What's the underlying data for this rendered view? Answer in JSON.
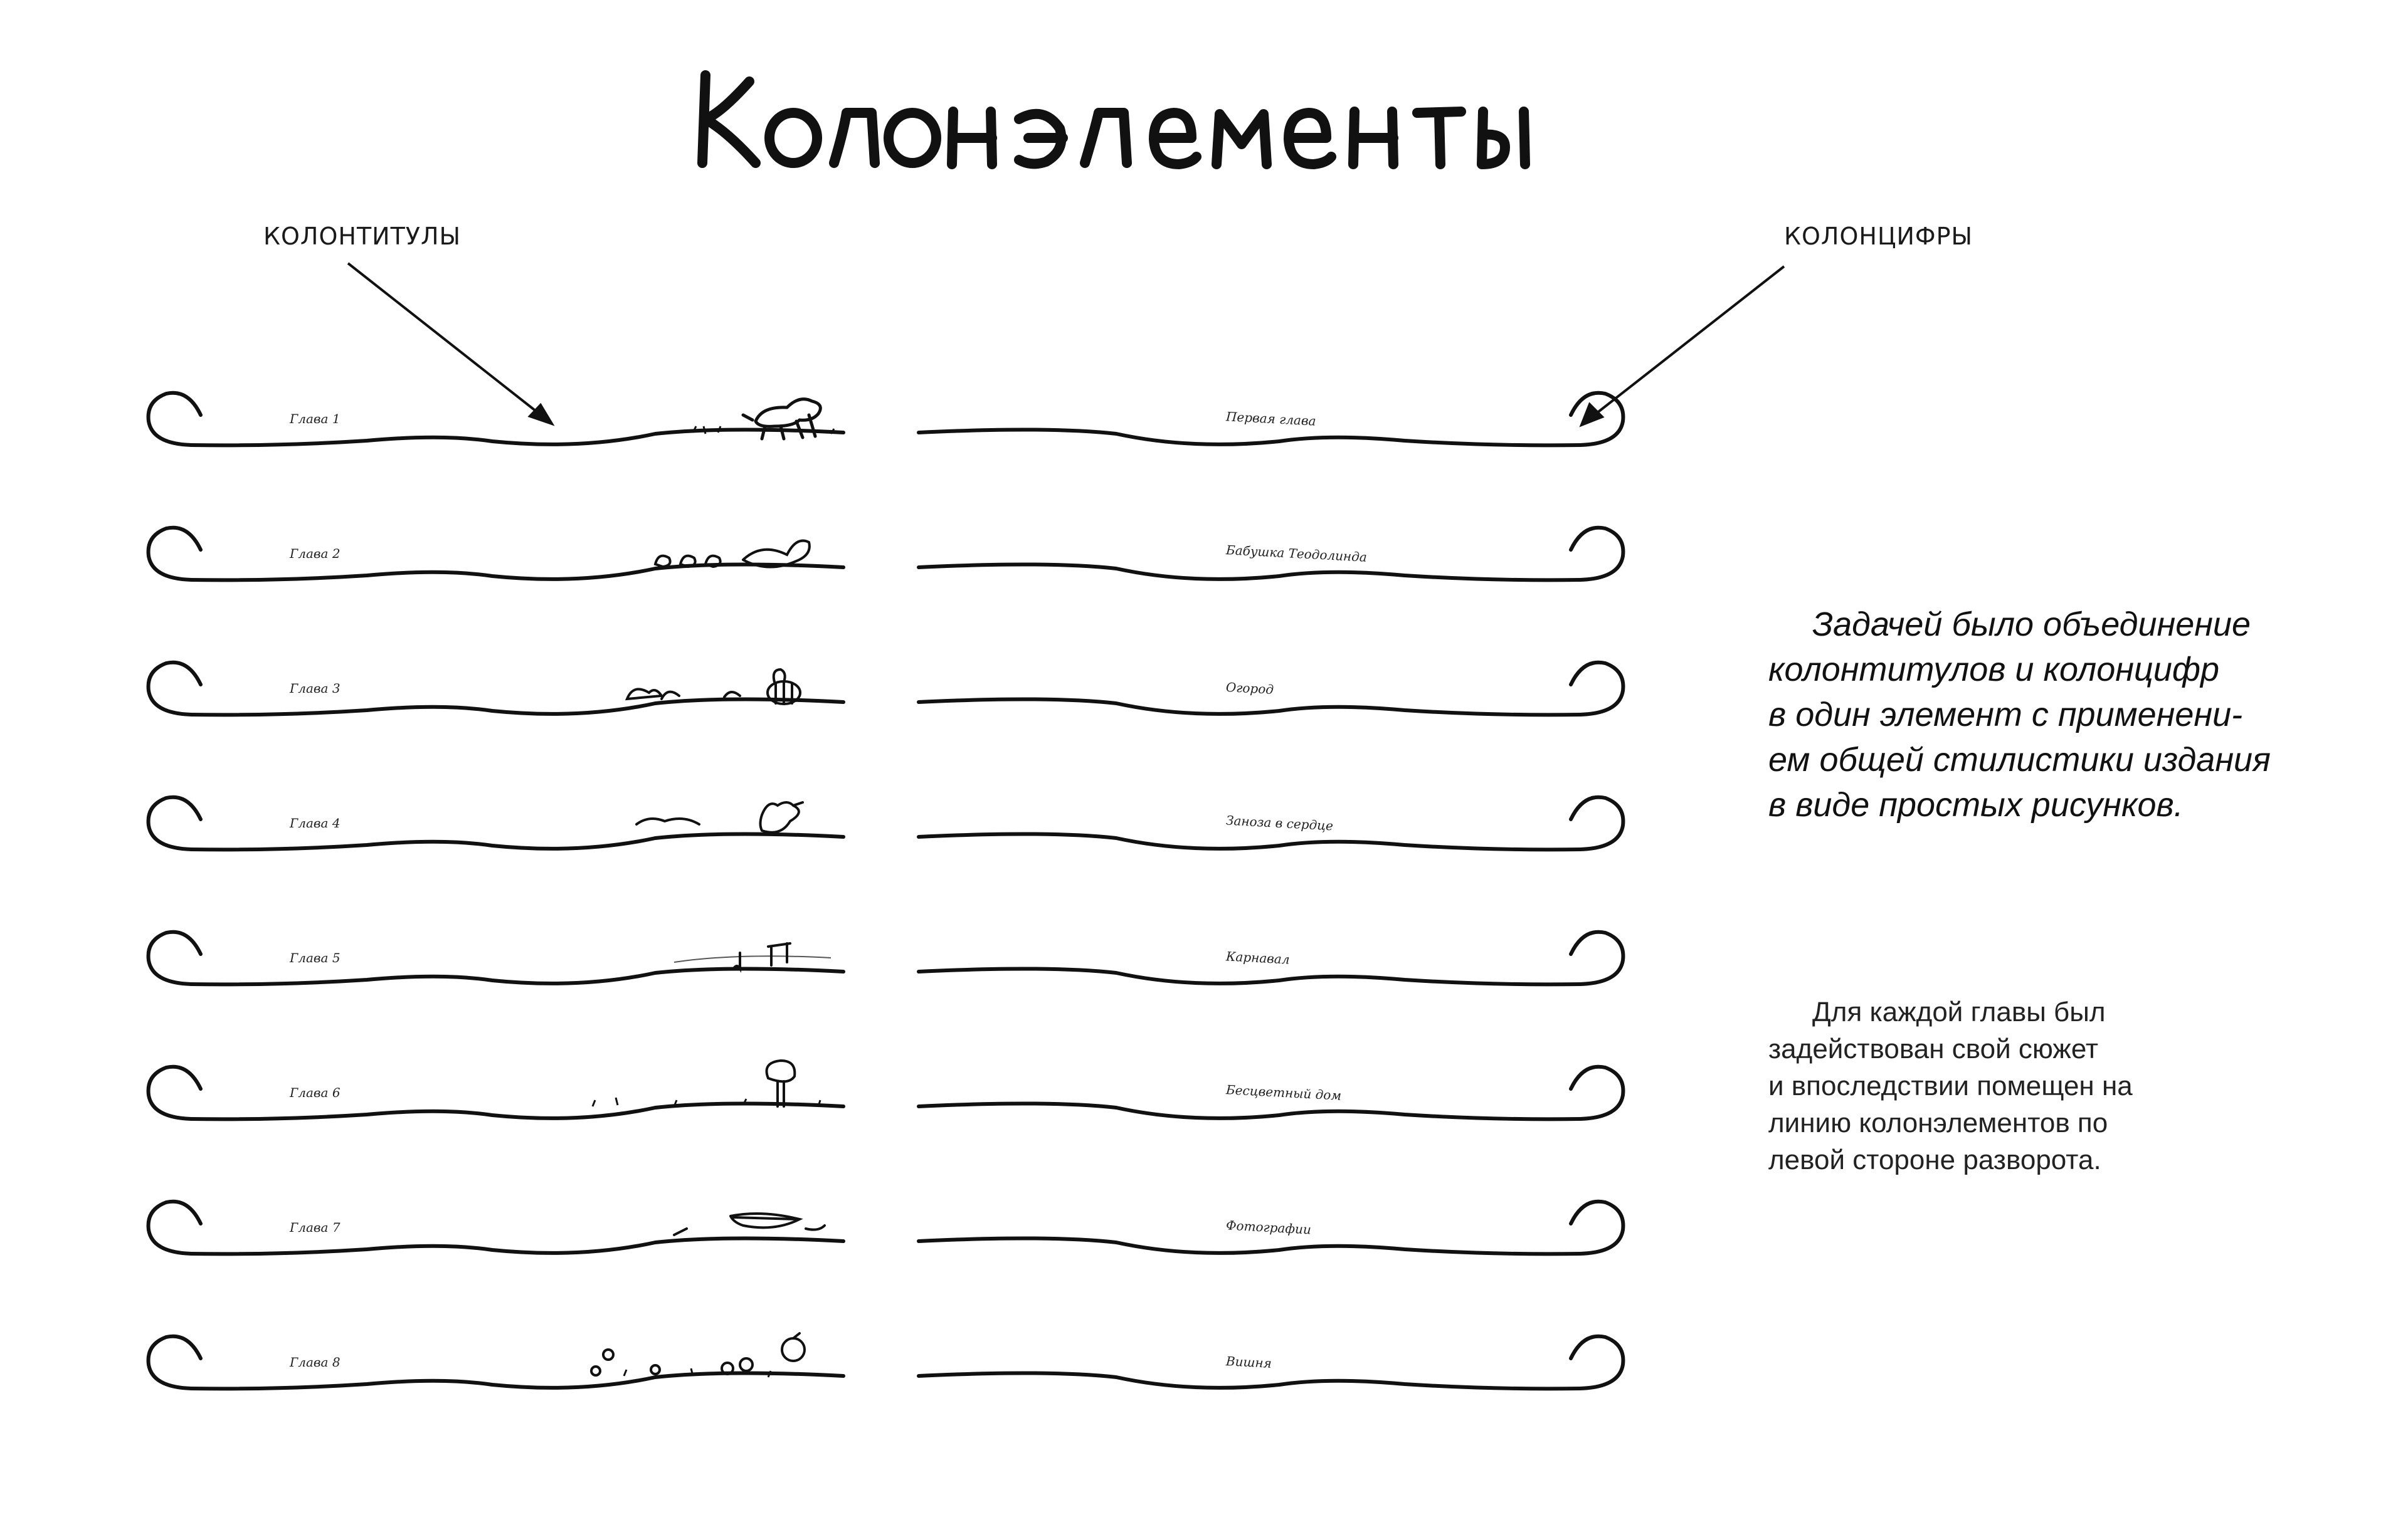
{
  "page": {
    "title": "Колонэлементы"
  },
  "labels": {
    "headers": "КОЛОНТИТУЛЫ",
    "page_numbers": "КОЛОНЦИФРЫ"
  },
  "left_strips": [
    {
      "caption": "Глава 1",
      "drawing": "dog-icon"
    },
    {
      "caption": "Глава 2",
      "drawing": "ducks-icon"
    },
    {
      "caption": "Глава 3",
      "drawing": "bee-icon"
    },
    {
      "caption": "Глава 4",
      "drawing": "bird-icon"
    },
    {
      "caption": "Глава 5",
      "drawing": "music-note-icon"
    },
    {
      "caption": "Глава 6",
      "drawing": "tree-icon"
    },
    {
      "caption": "Глава 7",
      "drawing": "feather-icon"
    },
    {
      "caption": "Глава 8",
      "drawing": "cherries-icon"
    }
  ],
  "right_strips": [
    {
      "caption": "Первая глава"
    },
    {
      "caption": "Бабушка Теодолинда"
    },
    {
      "caption": "Огород"
    },
    {
      "caption": "Заноза в сердце"
    },
    {
      "caption": "Карнавал"
    },
    {
      "caption": "Бесцветный дом"
    },
    {
      "caption": "Фотографии"
    },
    {
      "caption": "Вишня"
    }
  ],
  "description": {
    "main_lines": [
      "Задачей было объединение",
      "колонтитулов и колонцифр",
      "в один элемент с применени-",
      "ем общей стилистики издания",
      "в виде простых рисунков."
    ],
    "secondary_lines": [
      "Для каждой главы был",
      "задействован свой сюжет",
      "и впоследствии помещен на",
      "линию колонэлементов по",
      "левой стороне разворота."
    ]
  }
}
